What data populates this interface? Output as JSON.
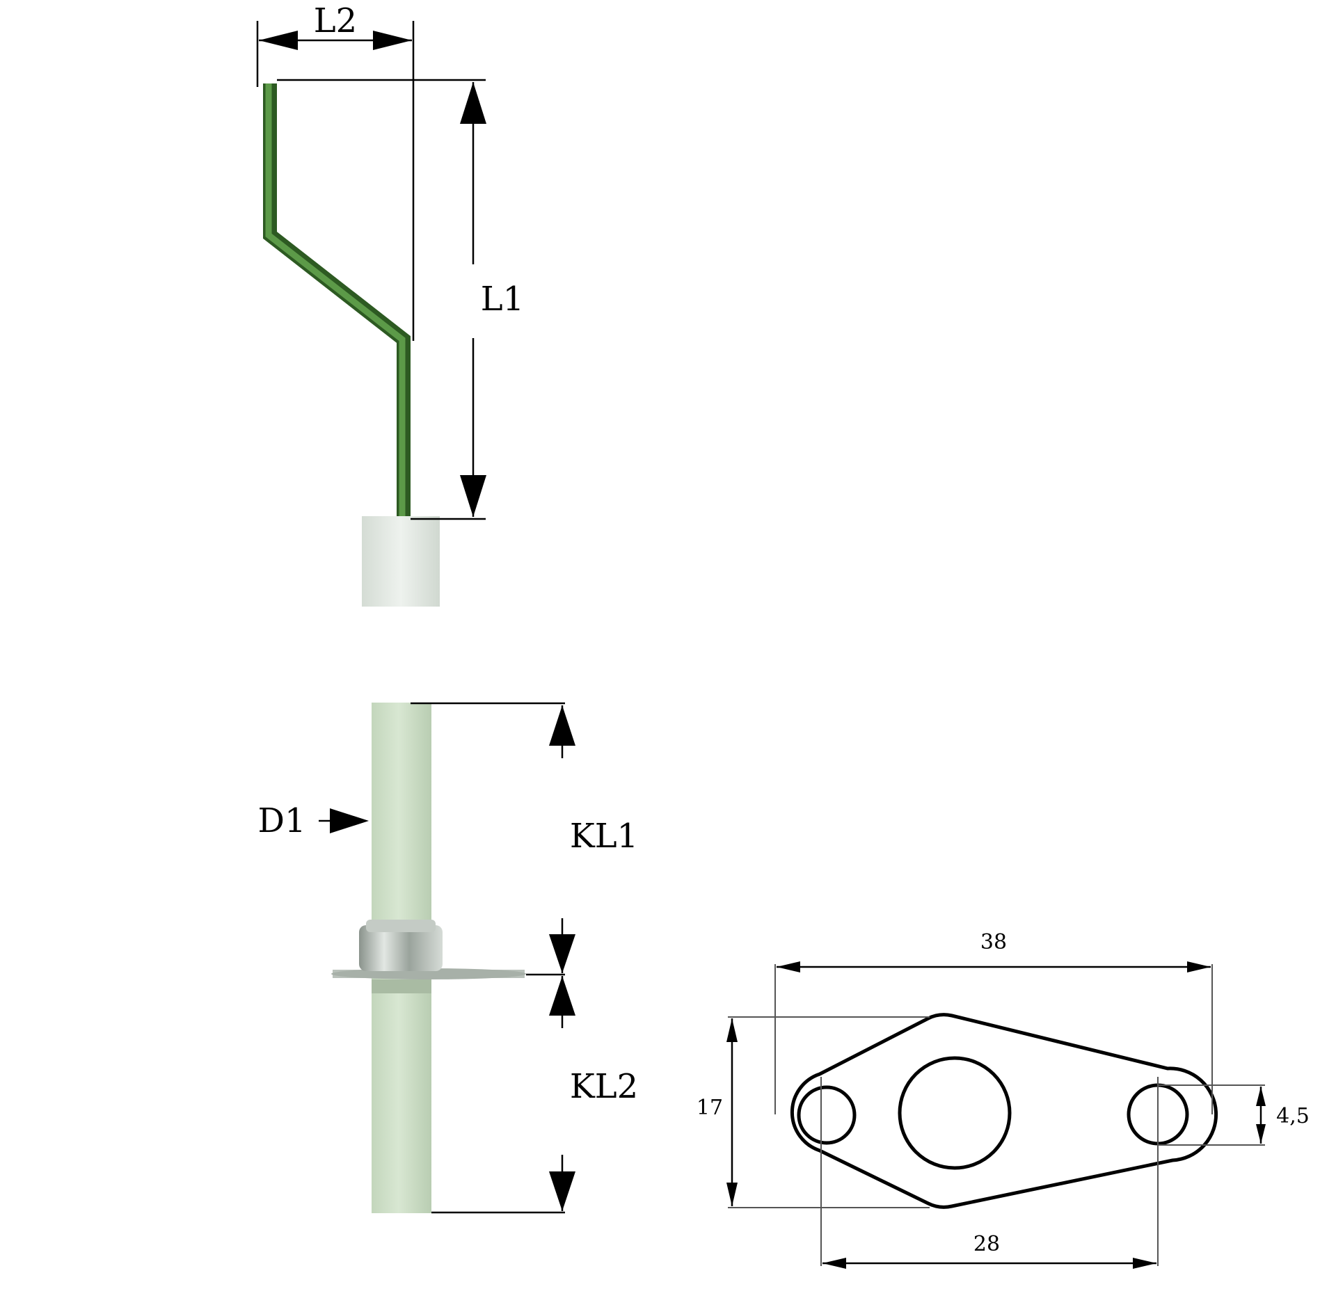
{
  "colors": {
    "electrode_green": "#3f7a2f",
    "electrode_edge": "#2d5a22",
    "insulator": "#dfe6df",
    "ceramic_rod": "#cfe0c8",
    "line": "#000000"
  },
  "electrode_view": {
    "labels": {
      "width": "L2",
      "height": "L1"
    }
  },
  "ceramic_view": {
    "labels": {
      "diameter": "D1",
      "upper_length": "KL1",
      "lower_length": "KL2"
    }
  },
  "flange_view": {
    "dimensions": {
      "overall_length": "38",
      "hole_spacing": "28",
      "height": "17",
      "hole_diameter": "4,5"
    }
  }
}
